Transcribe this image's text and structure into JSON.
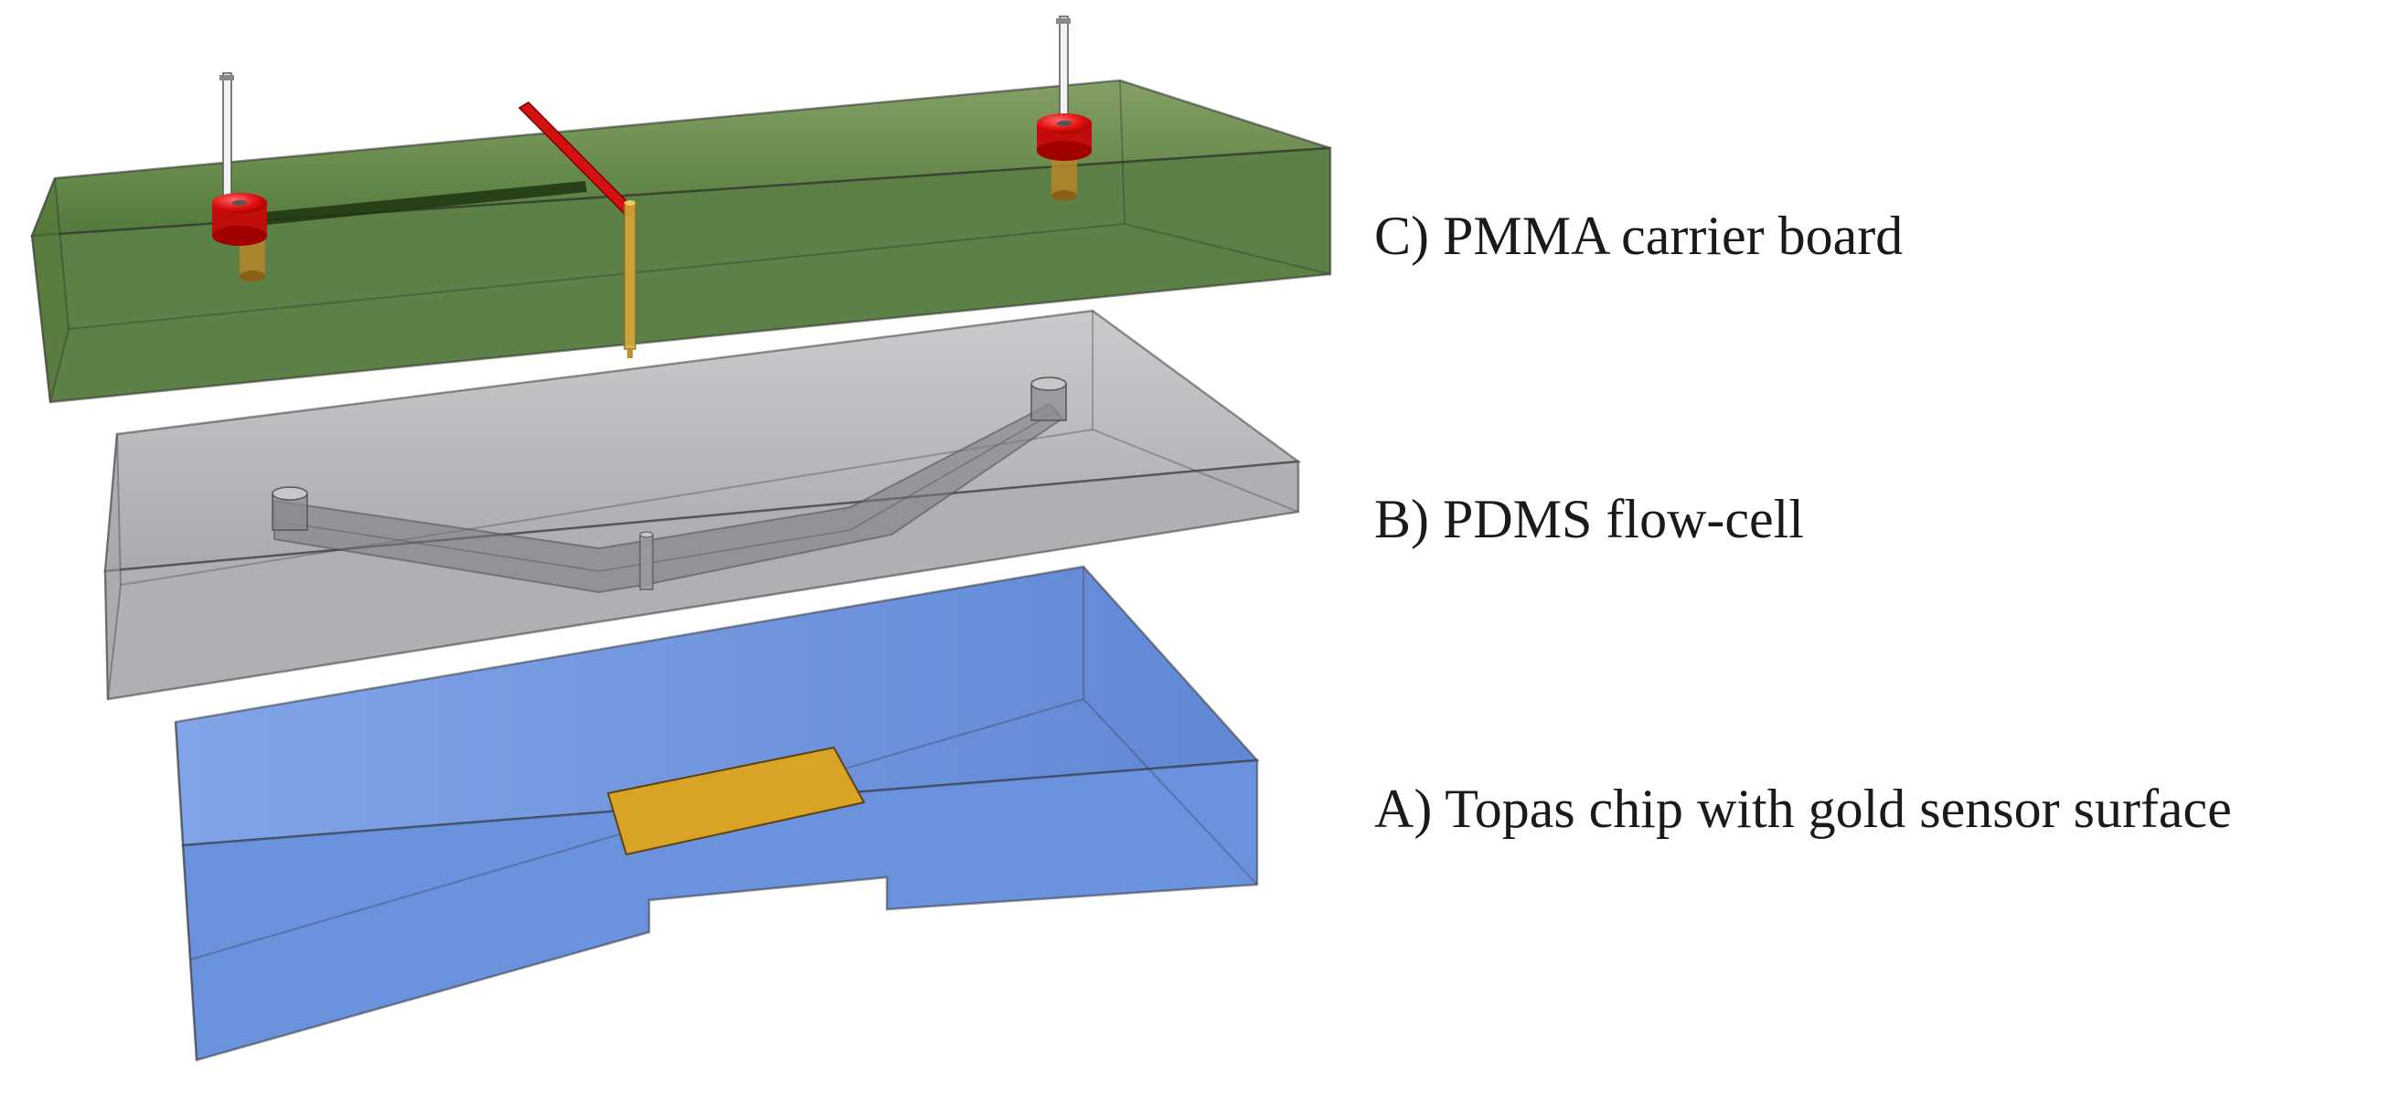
{
  "layers": [
    {
      "id": "C",
      "label": "C) PMMA carrier board",
      "color": "#4e7a2c"
    },
    {
      "id": "B",
      "label": "B) PDMS flow-cell",
      "color": "#9a9aa0"
    },
    {
      "id": "A",
      "label": "A) Topas chip with gold sensor surface",
      "color": "#5b86d8"
    }
  ],
  "colors": {
    "connector": "#e11616",
    "brass": "#b8862a",
    "pin": "#d4a63a",
    "gold": "#d9a326",
    "edge": "#3a3a3a"
  }
}
